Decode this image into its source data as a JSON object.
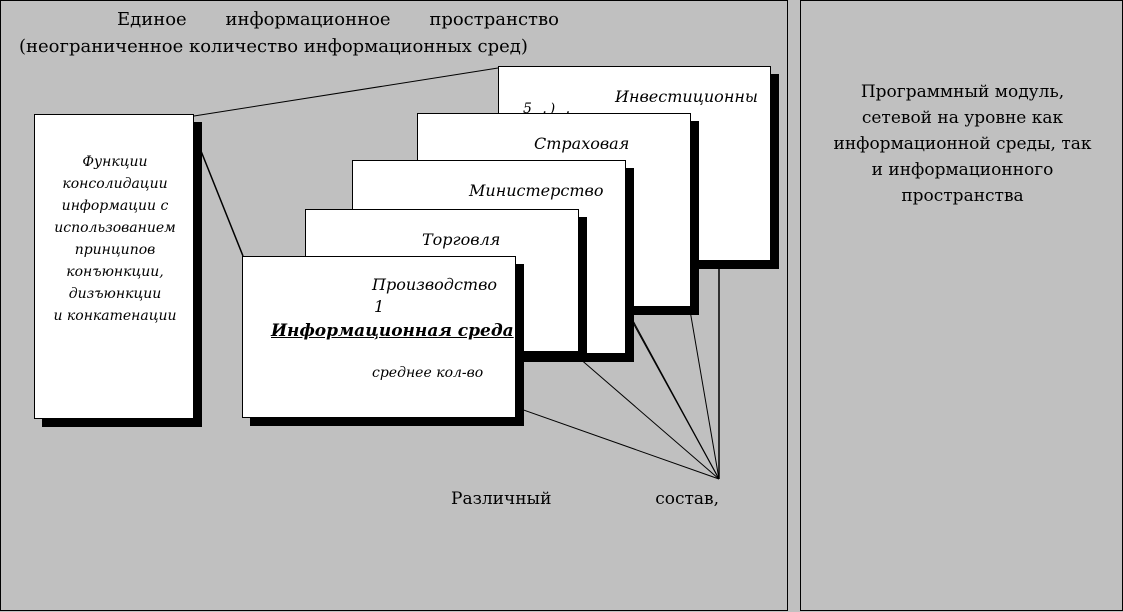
{
  "title": {
    "line1": [
      "Единое",
      "информационное",
      "пространство"
    ],
    "line2": "(неограниченное количество информационных сред)"
  },
  "functions_box": {
    "text": "Функции\nконсолидации\nинформации с\nиспользованием\nпринципов\nконъюнкции,\nдизъюнкции\nи конкатенации"
  },
  "environments": [
    {
      "label": "Инвестиционны"
    },
    {
      "label": "Страховая"
    },
    {
      "label": "Министерство"
    },
    {
      "label": "Торговля"
    },
    {
      "label": "Производство",
      "number": "1",
      "title": "Информационная среда",
      "note": "среднее кол-во"
    }
  ],
  "bottom_caption": [
    "Различный",
    "состав,"
  ],
  "right_panel": {
    "text": "Программный модуль,\nсетевой на уровне как\nинформационной среды, так\nи информационного\nпространства"
  }
}
